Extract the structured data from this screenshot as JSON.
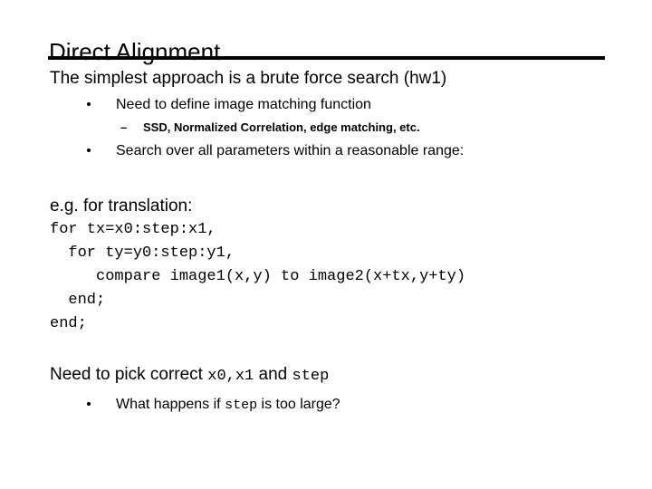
{
  "slide": {
    "title": "Direct Alignment",
    "intro": "The simplest approach is a brute force search (hw1)",
    "bullets": [
      {
        "level": 1,
        "marker": "•",
        "text": "Need to define image matching function"
      },
      {
        "level": 2,
        "marker": "–",
        "text": "SSD, Normalized Correlation, edge matching, etc."
      },
      {
        "level": 1,
        "marker": "•",
        "text": "Search over all parameters within a reasonable range:"
      }
    ],
    "example_heading": "e.g. for translation:",
    "code_lines": [
      "for tx=x0:step:x1,",
      "  for ty=y0:step:y1,",
      "     compare image1(x,y) to image2(x+tx,y+ty)",
      "  end;",
      "end;"
    ],
    "closing": {
      "line_prefix": "Need to pick correct ",
      "line_code_1": "x0,x1",
      "line_middle": " and ",
      "line_code_2": "step",
      "bullet_marker": "•",
      "bullet_prefix": "What happens if ",
      "bullet_code": "step",
      "bullet_suffix": " is too large?"
    }
  },
  "colors": {
    "background": "#ffffff",
    "text": "#000000",
    "rule": "#000000"
  }
}
